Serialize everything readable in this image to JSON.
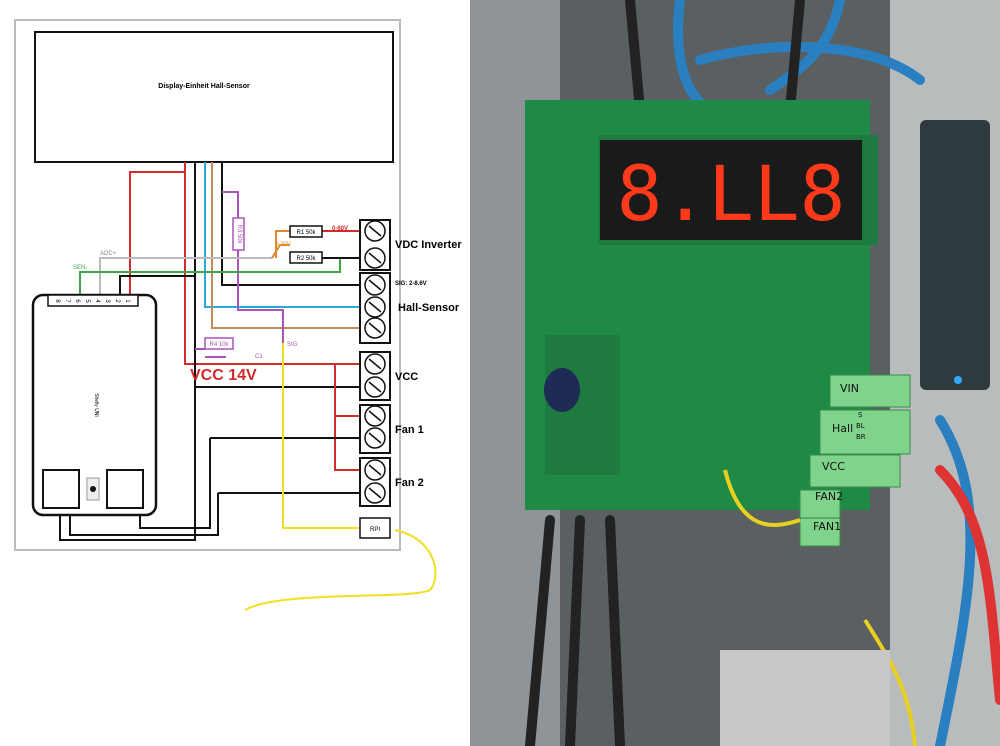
{
  "diagram": {
    "display_title": "Display-Einheit Hall-Sensor",
    "r1": "R1 50k",
    "r2": "R2 50k",
    "r3": "R3 50k",
    "r4": "R4 10k",
    "c1": "C1",
    "v_0_60": "0-60V",
    "v_0_30": "0-30V",
    "adc_plus": "ADC+",
    "sen_minus": "SEN-",
    "sig_range": "SIG: 2-8.6V",
    "sig": "SIG:",
    "vcc_14v": "VCC 14V",
    "terminals": {
      "vdc_inverter": "VDC Inverter",
      "hall_sensor": "Hall-Sensor",
      "vcc": "VCC",
      "fan1": "Fan 1",
      "fan2": "Fan 2",
      "rpi": "RPI"
    },
    "shelly_label": "Shelly UNI",
    "shelly_pins": [
      "8",
      "7",
      "6",
      "5",
      "4",
      "3",
      "2",
      "1"
    ],
    "colors": {
      "red": "#d42a2a",
      "black": "#111111",
      "blue": "#2aa8d8",
      "brown": "#c08a5a",
      "purple": "#a855b5",
      "green": "#3aa84a",
      "grey": "#bbbbbb",
      "yellow": "#f0e020",
      "orange": "#e08a30"
    }
  },
  "photo": {
    "display_readout": "8.LL8",
    "connector_labels": [
      "VIN",
      "Hall",
      "VCC",
      "FAN2",
      "FAN1"
    ],
    "hall_pins": [
      "S",
      "BL",
      "BR"
    ]
  }
}
